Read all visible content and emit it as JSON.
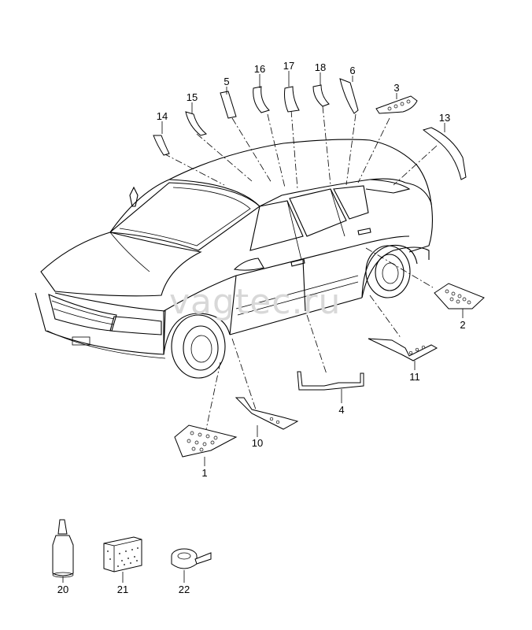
{
  "watermark": "vagtec.ru",
  "callouts": {
    "c1": "1",
    "c2": "2",
    "c3": "3",
    "c4": "4",
    "c5": "5",
    "c6": "6",
    "c10": "10",
    "c11": "11",
    "c13": "13",
    "c14": "14",
    "c15": "15",
    "c16": "16",
    "c17": "17",
    "c18": "18",
    "c20": "20",
    "c21": "21",
    "c22": "22"
  }
}
